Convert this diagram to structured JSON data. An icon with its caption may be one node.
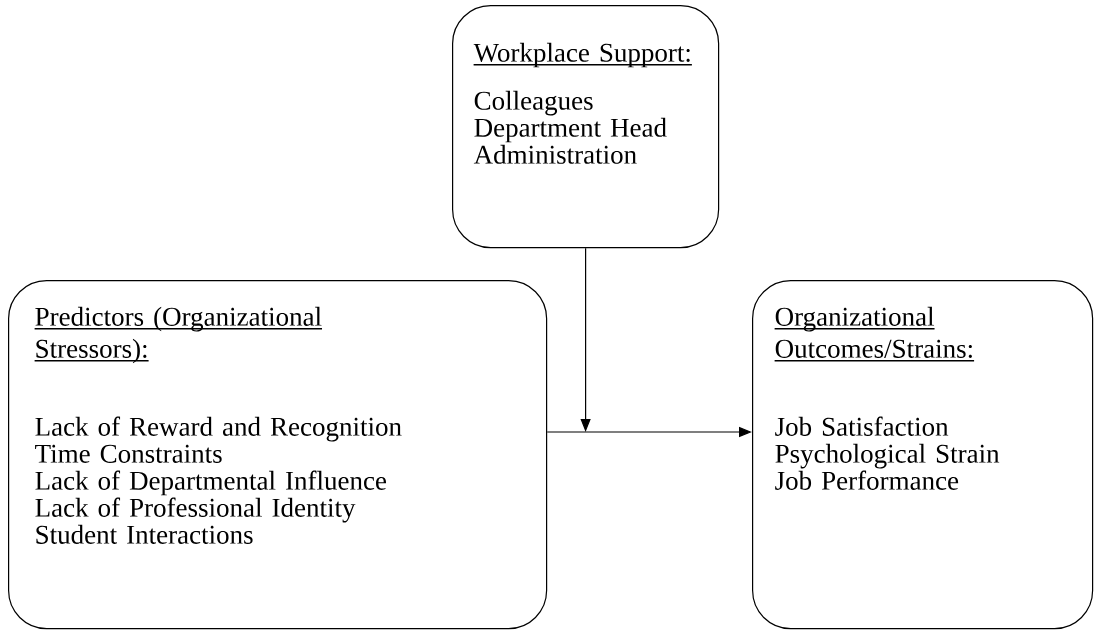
{
  "diagram": {
    "nodes": [
      {
        "text": [
          "Workplace Support:",
          "Colleagues",
          "Department Head",
          "Administration"
        ]
      },
      {
        "text": [
          "Predictors (Organizational Stressors):",
          "Lack of Reward and Recognition",
          "Time Constraints",
          "Lack of Departmental Influence",
          "Lack of Professional Identity",
          "Student Interactions"
        ]
      },
      {
        "text": [
          "Organizational Outcomes/Strains:",
          "Job Satisfaction",
          "Psychological Strain",
          "Job Performance"
        ]
      }
    ],
    "edges": [
      {
        "from": 1,
        "to": 2,
        "arrow": "to"
      },
      {
        "from": 0,
        "to": null,
        "arrow": "to"
      }
    ]
  }
}
